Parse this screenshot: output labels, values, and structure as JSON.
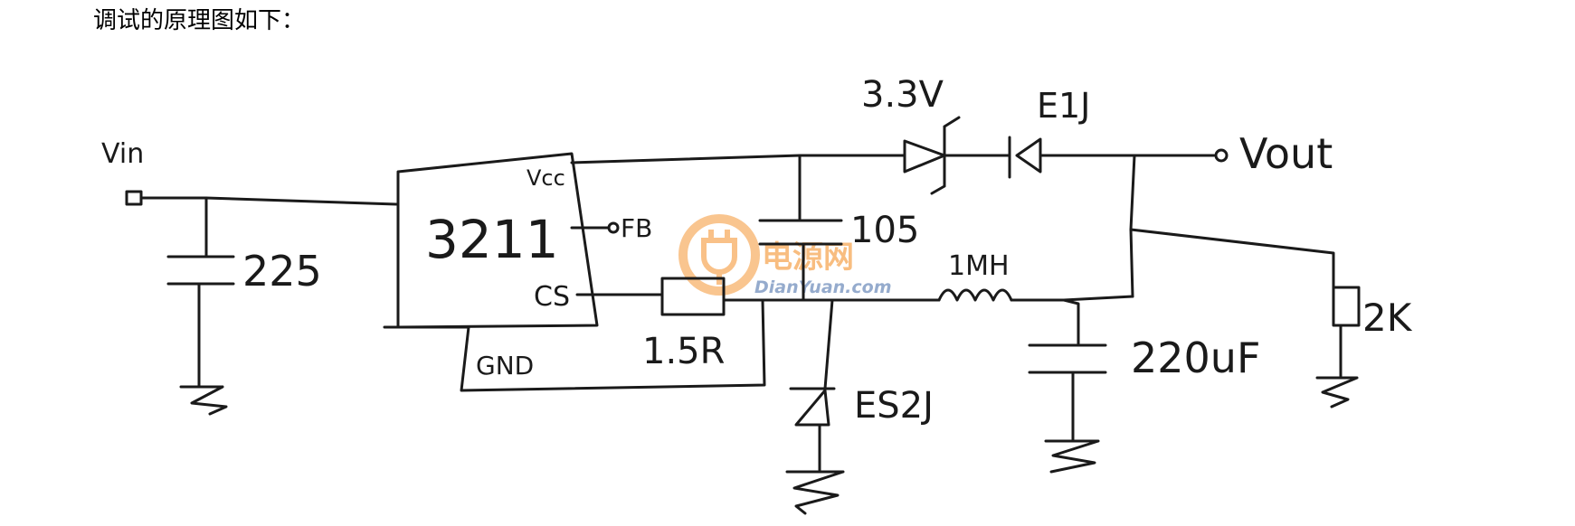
{
  "caption": "调试的原理图如下：",
  "labels": {
    "vin": "Vin",
    "cap_in": "225",
    "ic": "3211",
    "vcc_pin": "Vcc",
    "fb_pin": "FB",
    "cs_pin": "CS",
    "gnd_pin": "GND",
    "sense_resistor": "1.5R",
    "cap_vcc": "105",
    "zener": "3.3V",
    "diode_out": "E1J",
    "vout": "Vout",
    "inductor": "1MH",
    "diode_free": "ES2J",
    "cap_out": "220uF",
    "resistor_load": "2K"
  },
  "watermark": {
    "cn": "电源网",
    "en": "DianYuan.com",
    "color_orange": "#f39a3c",
    "color_blue": "#4d6fa8"
  }
}
